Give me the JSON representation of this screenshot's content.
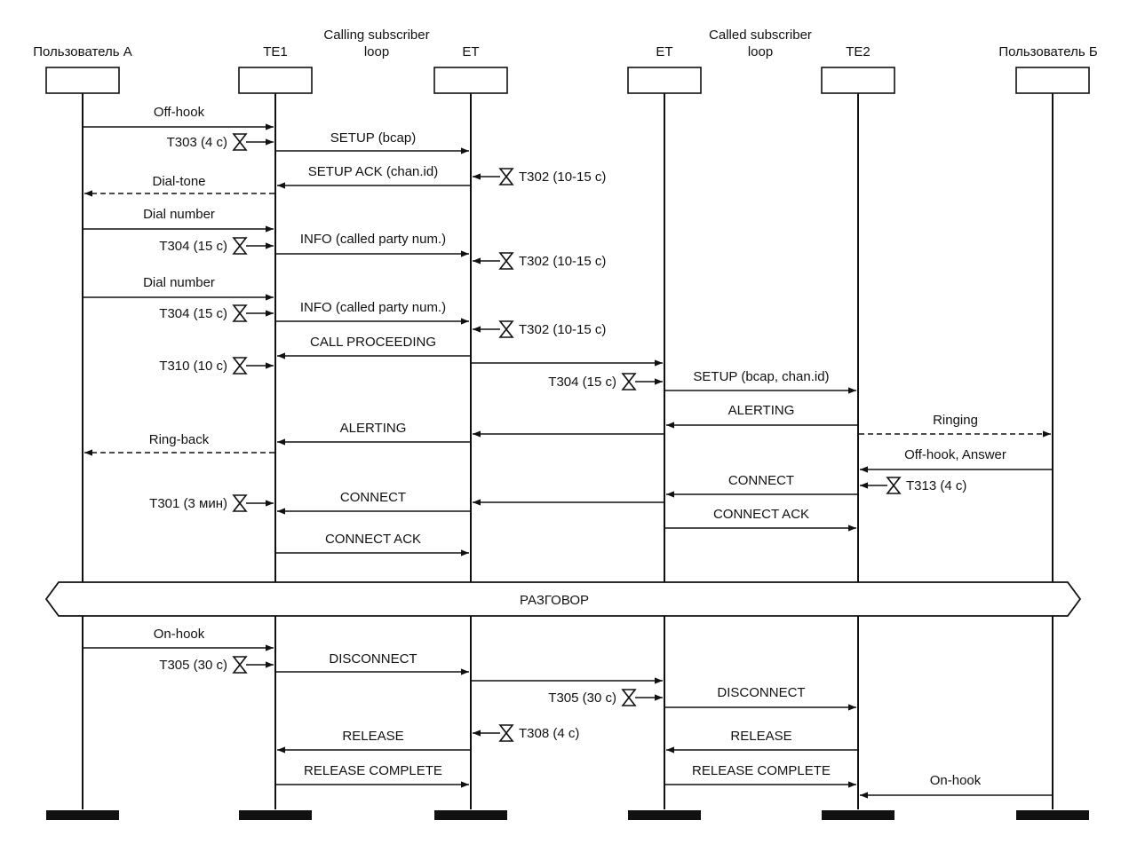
{
  "header_labels": [
    {
      "id": "calling-loop-line1",
      "text": "Calling subscriber"
    },
    {
      "id": "calling-loop-line2",
      "text": "loop"
    },
    {
      "id": "called-loop-line1",
      "text": "Called subscriber"
    },
    {
      "id": "called-loop-line2",
      "text": "loop"
    }
  ],
  "participants": [
    {
      "id": "user-a",
      "label": "Пользователь А"
    },
    {
      "id": "te1",
      "label": "TE1"
    },
    {
      "id": "et1",
      "label": "ET"
    },
    {
      "id": "et2",
      "label": "ET"
    },
    {
      "id": "te2",
      "label": "TE2"
    },
    {
      "id": "user-b",
      "label": "Пользователь Б"
    }
  ],
  "messages": [
    {
      "from": "user-a",
      "to": "te1",
      "label": "Off-hook",
      "style": "solid"
    },
    {
      "from": "te1",
      "to": "et1",
      "label": "SETUP (bcap)",
      "style": "solid"
    },
    {
      "from": "et1",
      "to": "te1",
      "label": "SETUP ACK (chan.id)",
      "style": "solid"
    },
    {
      "from": "te1",
      "to": "user-a",
      "label": "Dial-tone",
      "style": "dashed"
    },
    {
      "from": "user-a",
      "to": "te1",
      "label": "Dial number",
      "style": "solid"
    },
    {
      "from": "te1",
      "to": "et1",
      "label": "INFO (called party num.)",
      "style": "solid"
    },
    {
      "from": "user-a",
      "to": "te1",
      "label": "Dial number",
      "style": "solid"
    },
    {
      "from": "te1",
      "to": "et1",
      "label": "INFO (called party num.)",
      "style": "solid"
    },
    {
      "from": "et1",
      "to": "te1",
      "label": "CALL PROCEEDING",
      "style": "solid"
    },
    {
      "from": "et1",
      "to": "et2",
      "label": "",
      "style": "solid"
    },
    {
      "from": "et2",
      "to": "te2",
      "label": "SETUP (bcap, chan.id)",
      "style": "solid"
    },
    {
      "from": "te2",
      "to": "et2",
      "label": "ALERTING",
      "style": "solid"
    },
    {
      "from": "te2",
      "to": "user-b",
      "label": "Ringing",
      "style": "dashed"
    },
    {
      "from": "et2",
      "to": "et1",
      "label": "",
      "style": "solid"
    },
    {
      "from": "et1",
      "to": "te1",
      "label": "ALERTING",
      "style": "solid"
    },
    {
      "from": "te1",
      "to": "user-a",
      "label": "Ring-back",
      "style": "dashed"
    },
    {
      "from": "user-b",
      "to": "te2",
      "label": "Off-hook, Answer",
      "style": "solid"
    },
    {
      "from": "te2",
      "to": "et2",
      "label": "CONNECT",
      "style": "solid"
    },
    {
      "from": "et2",
      "to": "et1",
      "label": "",
      "style": "solid"
    },
    {
      "from": "et1",
      "to": "te1",
      "label": "CONNECT",
      "style": "solid"
    },
    {
      "from": "et2",
      "to": "te2",
      "label": "CONNECT ACK",
      "style": "solid"
    },
    {
      "from": "te1",
      "to": "et1",
      "label": "CONNECT ACK",
      "style": "solid"
    },
    {
      "from": "user-a",
      "to": "te1",
      "label": "On-hook",
      "style": "solid"
    },
    {
      "from": "te1",
      "to": "et1",
      "label": "DISCONNECT",
      "style": "solid"
    },
    {
      "from": "et1",
      "to": "et2",
      "label": "",
      "style": "solid"
    },
    {
      "from": "et2",
      "to": "te2",
      "label": "DISCONNECT",
      "style": "solid"
    },
    {
      "from": "et1",
      "to": "te1",
      "label": "RELEASE",
      "style": "solid"
    },
    {
      "from": "te2",
      "to": "et2",
      "label": "RELEASE",
      "style": "solid"
    },
    {
      "from": "te1",
      "to": "et1",
      "label": "RELEASE COMPLETE",
      "style": "solid"
    },
    {
      "from": "et2",
      "to": "te2",
      "label": "RELEASE COMPLETE",
      "style": "solid"
    },
    {
      "from": "user-b",
      "to": "te2",
      "label": "On-hook",
      "style": "solid"
    }
  ],
  "timers": [
    {
      "at": "te1",
      "label": "T303 (4 с)"
    },
    {
      "at": "et1",
      "label": "T302 (10-15 с)"
    },
    {
      "at": "te1",
      "label": "T304 (15 с)"
    },
    {
      "at": "et1",
      "label": "T302 (10-15 с)"
    },
    {
      "at": "te1",
      "label": "T304 (15 с)"
    },
    {
      "at": "et1",
      "label": "T302 (10-15 с)"
    },
    {
      "at": "te1",
      "label": "T310 (10 с)"
    },
    {
      "at": "et2",
      "label": "T304 (15 с)"
    },
    {
      "at": "te2",
      "label": "T313 (4 с)"
    },
    {
      "at": "te1",
      "label": "T301 (3 мин)"
    },
    {
      "at": "te1",
      "label": "T305 (30 с)"
    },
    {
      "at": "et2",
      "label": "T305 (30 с)"
    },
    {
      "at": "et1",
      "label": "T308 (4 с)"
    }
  ],
  "banner": {
    "label": "РАЗГОВОР"
  }
}
